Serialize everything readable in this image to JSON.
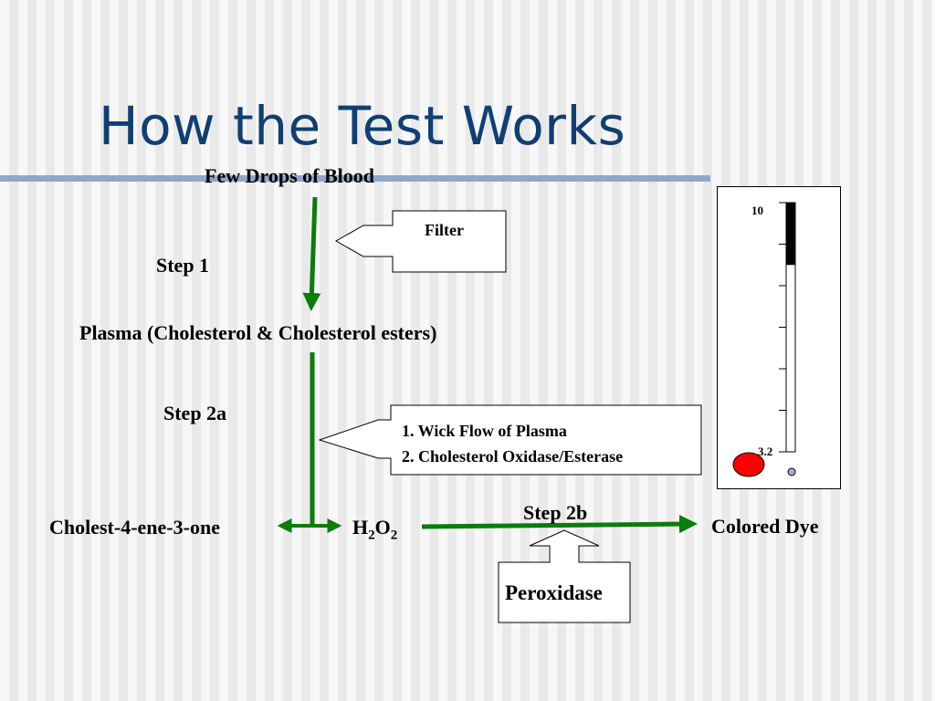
{
  "slide": {
    "title": "How the Test Works"
  },
  "flow": {
    "source": "Few Drops of Blood",
    "step1": "Step 1",
    "filter": "Filter",
    "plasma": "Plasma (Cholesterol & Cholesterol esters)",
    "step2a": "Step 2a",
    "step2a_items": [
      "1. Wick Flow of Plasma",
      "2. Cholesterol Oxidase/Esterase"
    ],
    "cholestenone": "Cholest-4-ene-3-one",
    "h2o2": {
      "h": "H",
      "two_a": "2",
      "o": "O",
      "two_b": "2"
    },
    "step2b": "Step 2b",
    "peroxidase": "Peroxidase",
    "product": "Colored Dye"
  },
  "gauge": {
    "max_label": "10",
    "min_label": "3.2",
    "max_value": 10,
    "min_value": 3.2,
    "filled_fraction": 0.25,
    "ticks": 7
  },
  "colors": {
    "title": "#0f3f73",
    "rule": "#92a7c8",
    "arrow": "#0a7d0a",
    "gauge_fill": "#000000",
    "marker_red": "#ff0000",
    "marker_purple": "#b8a0e0"
  }
}
